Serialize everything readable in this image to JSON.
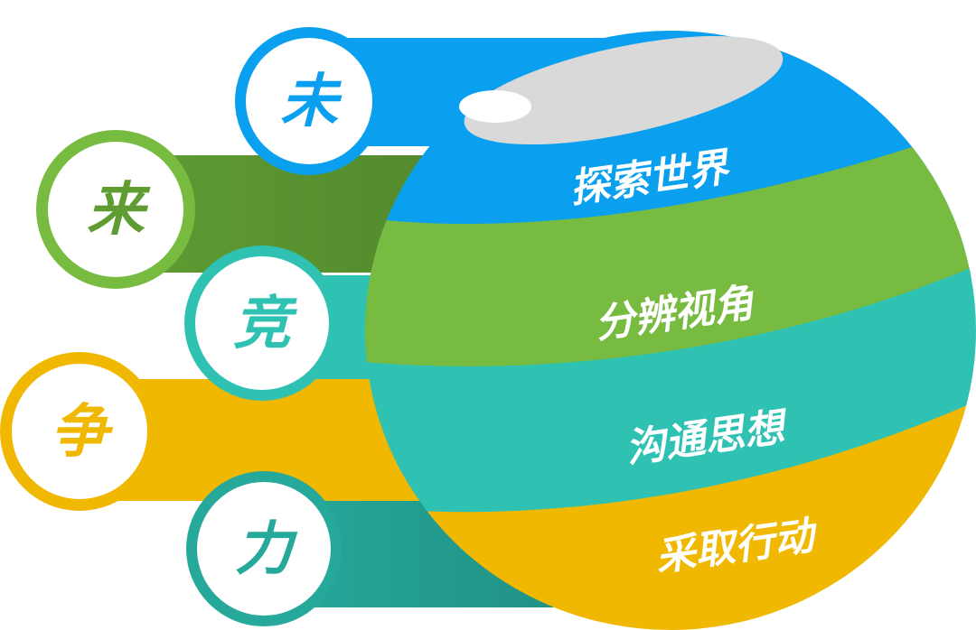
{
  "colors": {
    "blue": "#0aa0ef",
    "green": "#77bb41",
    "green_dark": "#5f9d33",
    "teal": "#2fc2b3",
    "teal_dark": "#26a99b",
    "yellow": "#f0b800",
    "cap_gray": "#d9d9d9"
  },
  "circles": [
    {
      "char": "未",
      "color": "#0aa0ef"
    },
    {
      "char": "来",
      "color": "#77bb41"
    },
    {
      "char": "竞",
      "color": "#2fc2b3"
    },
    {
      "char": "争",
      "color": "#f0b800"
    },
    {
      "char": "力",
      "color": "#26a99b"
    }
  ],
  "bands": [
    {
      "label": "探索世界",
      "color": "#0aa0ef"
    },
    {
      "label": "分辨视角",
      "color": "#77bb41"
    },
    {
      "label": "沟通思想",
      "color": "#2fc2b3"
    },
    {
      "label": "采取行动",
      "color": "#f0b800"
    }
  ]
}
